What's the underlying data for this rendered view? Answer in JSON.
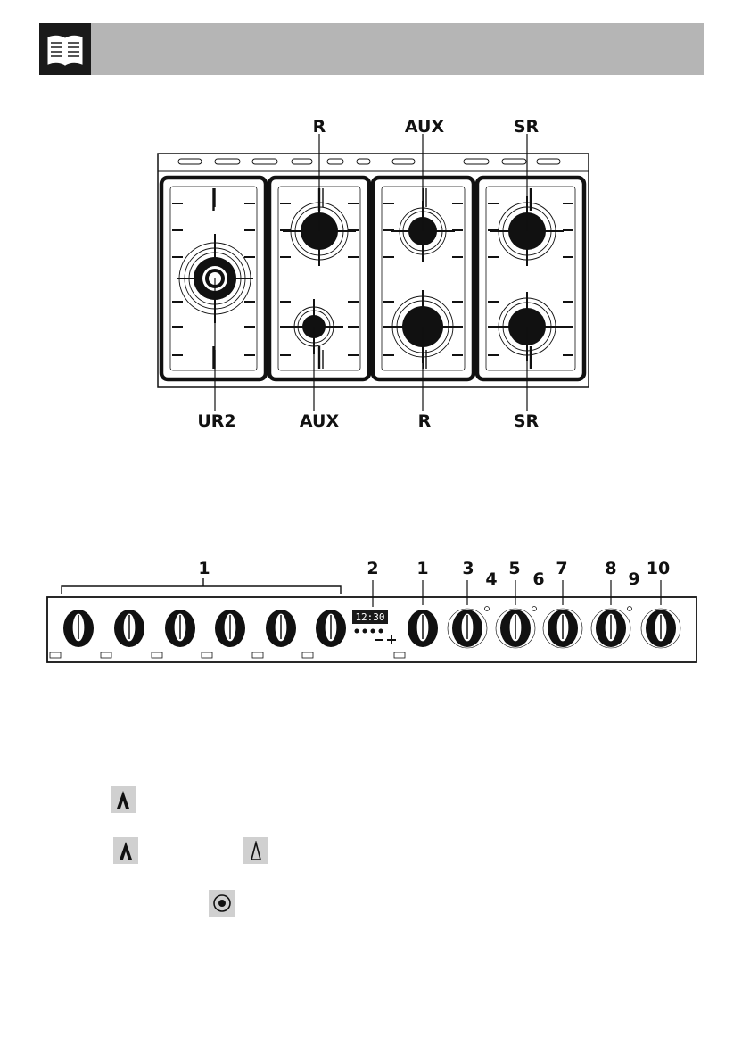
{
  "hob": {
    "top_labels": [
      "R",
      "AUX",
      "SR"
    ],
    "bottom_labels": [
      "UR2",
      "AUX",
      "R",
      "SR"
    ]
  },
  "panel": {
    "callouts": [
      "1",
      "2",
      "1",
      "3",
      "4",
      "5",
      "6",
      "7",
      "8",
      "9",
      "10"
    ],
    "timer_display": "12:30"
  },
  "symbols": {
    "row1": [
      "flame-max-icon"
    ],
    "row2": [
      "flame-max-icon",
      "flame-min-icon"
    ],
    "row3": [
      "ignition-dot-icon"
    ]
  }
}
